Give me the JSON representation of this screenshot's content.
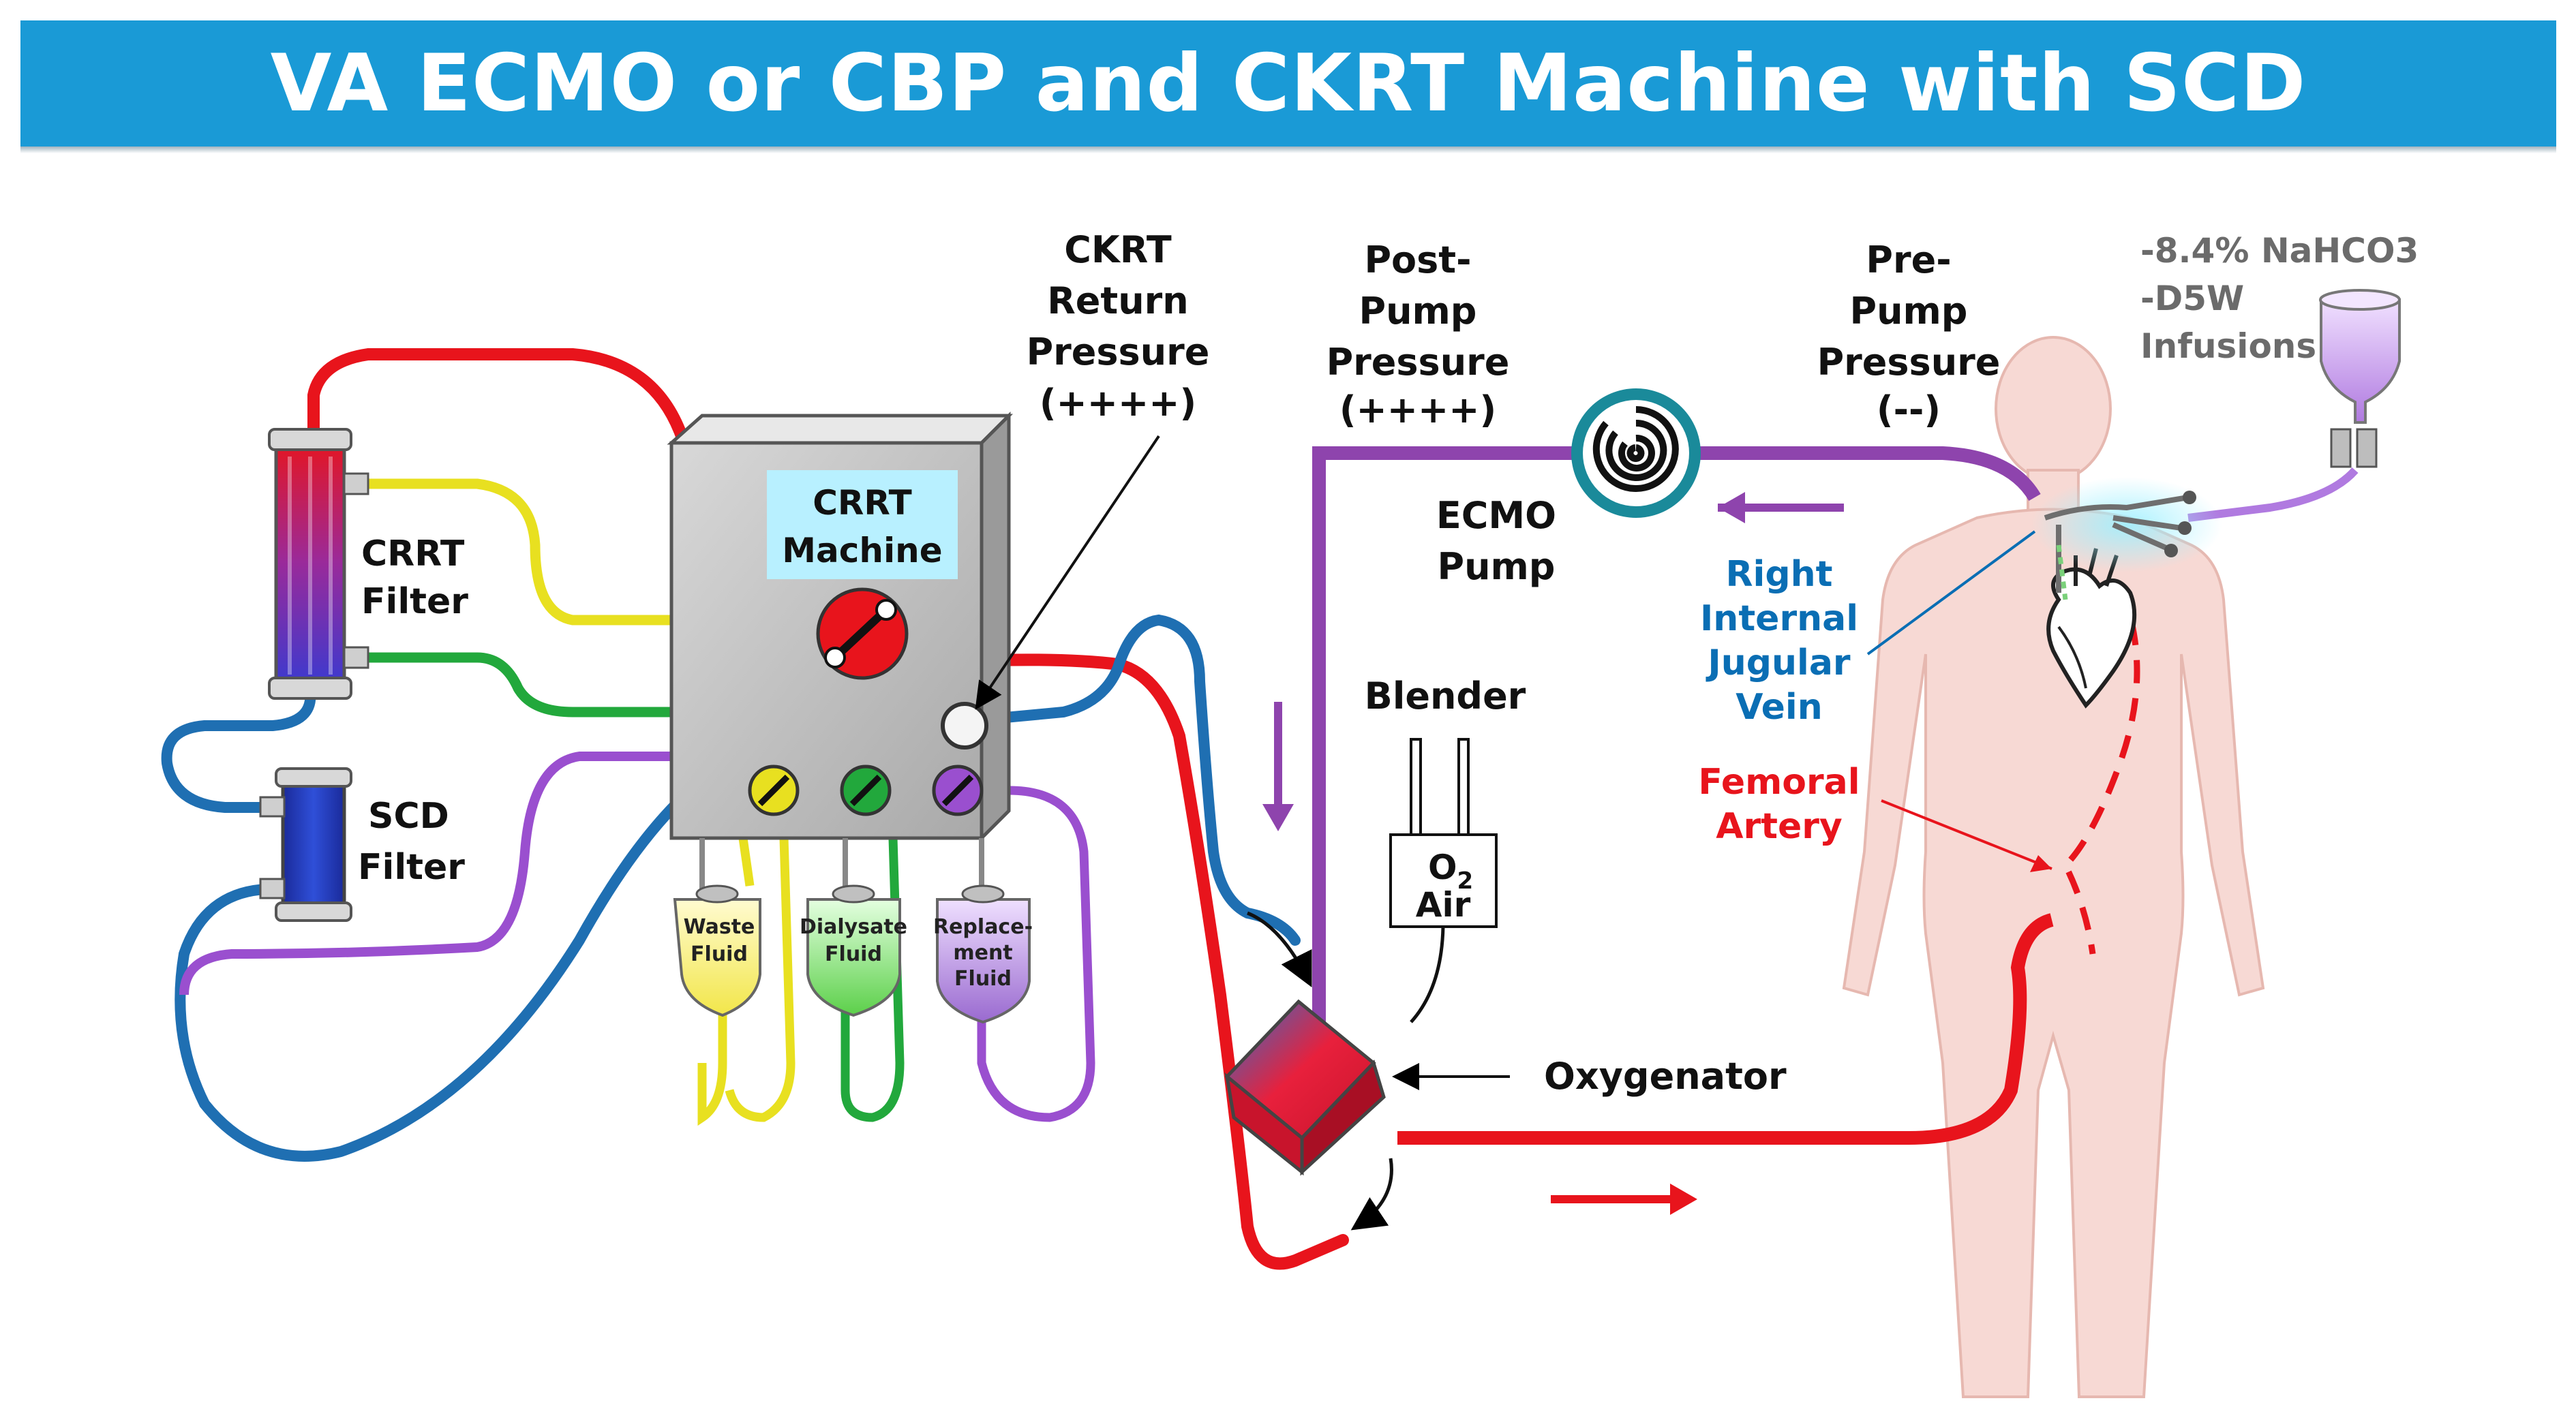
{
  "title": "VA ECMO or CBP and CKRT Machine with SCD Integration",
  "labels": {
    "crrt_filter": [
      "CRRT",
      "Filter"
    ],
    "scd_filter": [
      "SCD",
      "Filter"
    ],
    "crrt_machine": [
      "CRRT",
      "Machine"
    ],
    "ckrt_return_pressure": [
      "CKRT",
      "Return",
      "Pressure",
      "(++++)"
    ],
    "post_pump_pressure": [
      "Post-",
      "Pump",
      "Pressure",
      "(++++)"
    ],
    "pre_pump_pressure": [
      "Pre-",
      "Pump",
      "Pressure",
      "(--)"
    ],
    "infusions": [
      "-8.4% NaHCO3",
      "-D5W",
      "Infusions"
    ],
    "ecmo_pump": [
      "ECMO",
      "Pump"
    ],
    "blender": "Blender",
    "o2": "O",
    "o2_sub": "2",
    "air": "Air",
    "oxygenator": "Oxygenator",
    "right_ij_vein": [
      "Right",
      "Internal",
      "Jugular",
      "Vein"
    ],
    "femoral_artery": [
      "Femoral",
      "Artery"
    ],
    "waste_fluid": [
      "Waste",
      "Fluid"
    ],
    "dialysate_fluid": [
      "Dialysate",
      "Fluid"
    ],
    "replacement_fluid": [
      "Replace-",
      "ment",
      "Fluid"
    ]
  },
  "colors": {
    "banner": "#1a9ad6",
    "arterial_red": "#e8141c",
    "venous_purple": "#8e44ad",
    "blue_line": "#1f6fb2",
    "yellow_line": "#e8e020",
    "green_line": "#22a83c",
    "purple_line": "#9a4fcf",
    "vein_label": "#0a6eb4",
    "artery_label": "#e8141c",
    "infusion_label": "#6b6b6b"
  }
}
